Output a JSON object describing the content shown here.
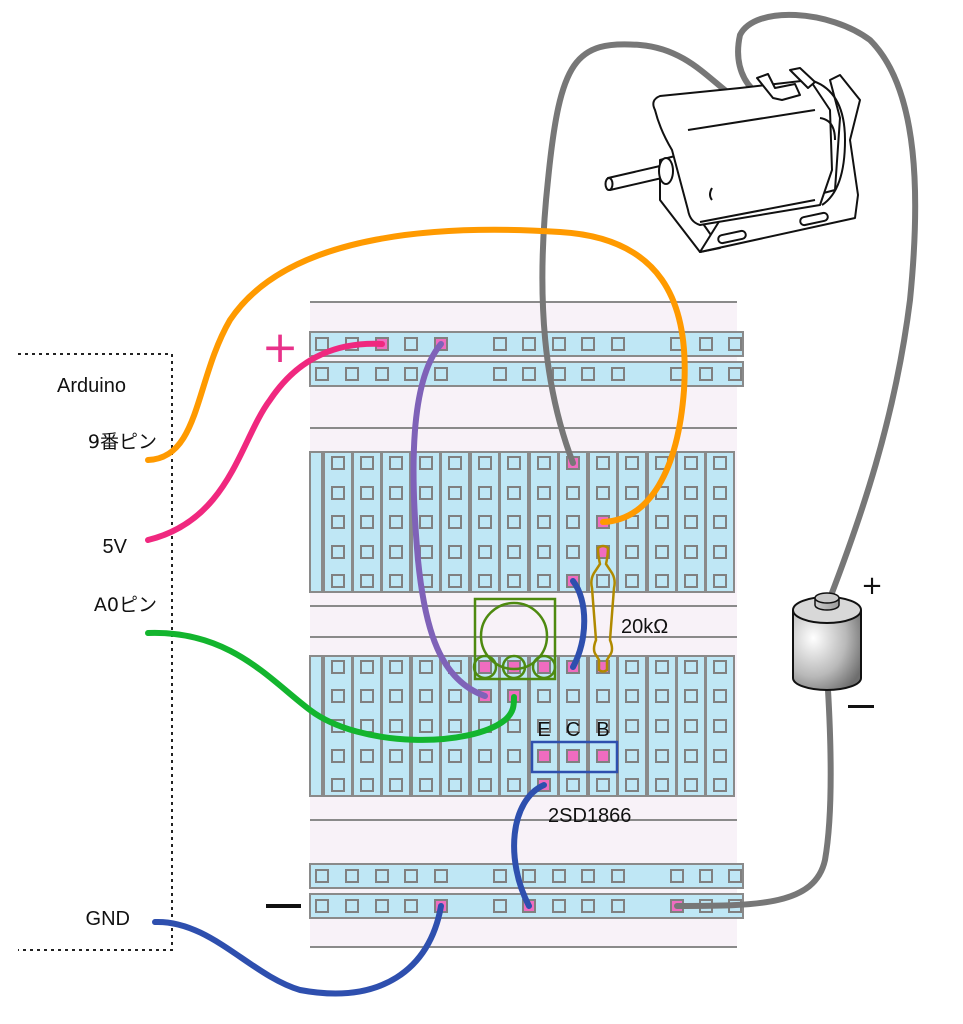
{
  "arduino": {
    "title": "Arduino",
    "pins": {
      "pin9": "9番ピン",
      "v5": "5V",
      "a0": "A0ピン",
      "gnd": "GND"
    }
  },
  "breadboard": {
    "plus_rail_label": "+",
    "minus_rail_label": "—"
  },
  "components": {
    "resistor": {
      "label": "20kΩ",
      "color": "#b08a00"
    },
    "transistor": {
      "part_number": "2SD1866",
      "pins": [
        "E",
        "C",
        "B"
      ],
      "color": "#2e4fae"
    },
    "potentiometer": {
      "color": "#4e8a10"
    },
    "battery": {
      "plus_label": "+",
      "minus_label": "—"
    },
    "motor": {
      "name": "motor"
    }
  },
  "wires": {
    "pin9": "#ff9a00",
    "v5": "#f0287f",
    "a0": "#13b52e",
    "gnd": "#2e4fae",
    "pot_to_rail": "#7f62b8",
    "motor": "#777777",
    "jumper_blue": "#2e4fae"
  },
  "colors": {
    "board_bg": "#f8f2f8",
    "strip_fill": "#bfe7f5",
    "strip_border": "#8a8a8a",
    "hole_used": "#f06cc0",
    "rail_plus_mark": "#e8328a"
  }
}
